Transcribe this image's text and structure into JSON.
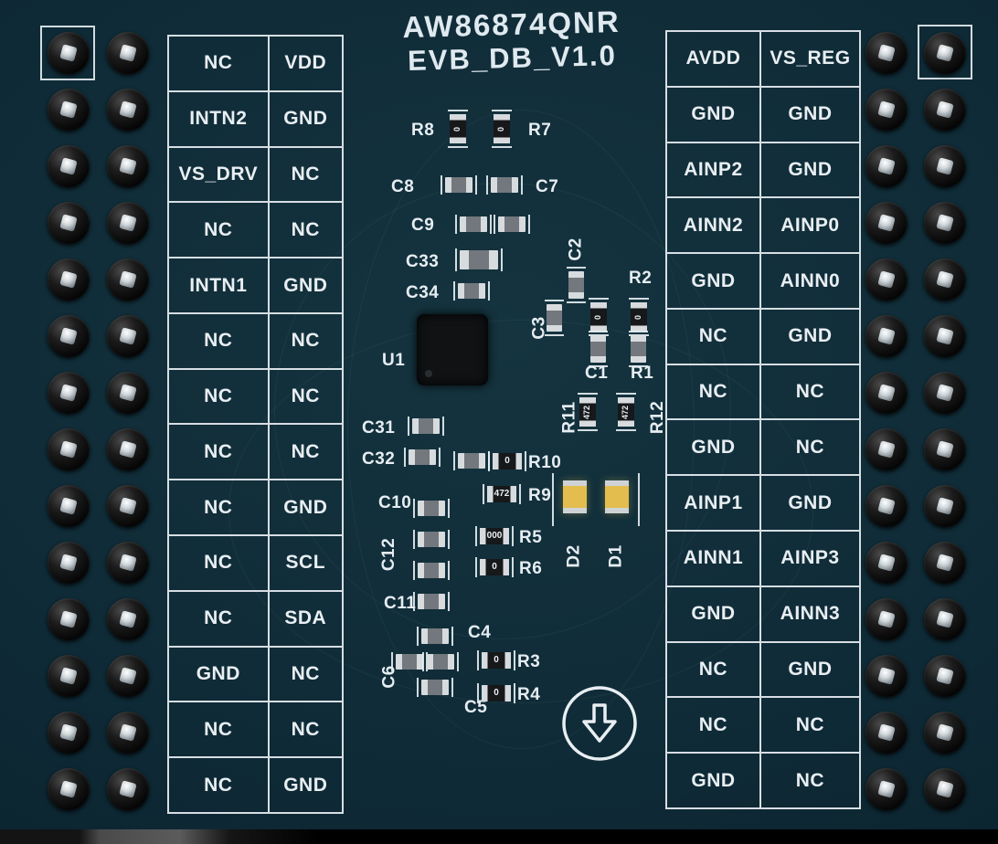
{
  "board": {
    "title_line1": "AW86874QNR",
    "title_line2": "EVB_DB_V1.0"
  },
  "colors": {
    "board": "#0e2a36",
    "silkscreen": "#e8eef2",
    "led": "#e3bd4e"
  },
  "icons": {
    "direction_arrow": "down-arrow-circle-icon"
  },
  "left_table": {
    "rows": [
      {
        "left": "NC",
        "right": "VDD"
      },
      {
        "left": "INTN2",
        "right": "GND"
      },
      {
        "left": "VS_DRV",
        "right": "NC"
      },
      {
        "left": "NC",
        "right": "NC"
      },
      {
        "left": "INTN1",
        "right": "GND"
      },
      {
        "left": "NC",
        "right": "NC"
      },
      {
        "left": "NC",
        "right": "NC"
      },
      {
        "left": "NC",
        "right": "NC"
      },
      {
        "left": "NC",
        "right": "GND"
      },
      {
        "left": "NC",
        "right": "SCL"
      },
      {
        "left": "NC",
        "right": "SDA"
      },
      {
        "left": "GND",
        "right": "NC"
      },
      {
        "left": "NC",
        "right": "NC"
      },
      {
        "left": "NC",
        "right": "GND"
      }
    ]
  },
  "right_table": {
    "rows": [
      {
        "left": "AVDD",
        "right": "VS_REG"
      },
      {
        "left": "GND",
        "right": "GND"
      },
      {
        "left": "AINP2",
        "right": "GND"
      },
      {
        "left": "AINN2",
        "right": "AINP0"
      },
      {
        "left": "GND",
        "right": "AINN0"
      },
      {
        "left": "NC",
        "right": "GND"
      },
      {
        "left": "NC",
        "right": "NC"
      },
      {
        "left": "GND",
        "right": "NC"
      },
      {
        "left": "AINP1",
        "right": "GND"
      },
      {
        "left": "AINN1",
        "right": "AINP3"
      },
      {
        "left": "GND",
        "right": "AINN3"
      },
      {
        "left": "NC",
        "right": "GND"
      },
      {
        "left": "NC",
        "right": "NC"
      },
      {
        "left": "GND",
        "right": "NC"
      }
    ]
  },
  "components": {
    "u1": {
      "label": "U1"
    },
    "r1": {
      "label": "R1"
    },
    "r2": {
      "label": "R2"
    },
    "r3": {
      "label": "R3",
      "marking": "0"
    },
    "r4": {
      "label": "R4",
      "marking": "0"
    },
    "r5": {
      "label": "R5",
      "marking": "000"
    },
    "r6": {
      "label": "R6",
      "marking": "0"
    },
    "r7": {
      "label": "R7",
      "marking": "0"
    },
    "r8": {
      "label": "R8",
      "marking": "0"
    },
    "r9": {
      "label": "R9",
      "marking": "472"
    },
    "r10": {
      "label": "R10",
      "marking": "0"
    },
    "r11": {
      "label": "R11",
      "marking": "472"
    },
    "r12": {
      "label": "R12",
      "marking": "472"
    },
    "c1": {
      "label": "C1"
    },
    "c2": {
      "label": "C2"
    },
    "c3": {
      "label": "C3"
    },
    "c4": {
      "label": "C4"
    },
    "c5": {
      "label": "C5"
    },
    "c6": {
      "label": "C6"
    },
    "c7": {
      "label": "C7"
    },
    "c8": {
      "label": "C8"
    },
    "c9": {
      "label": "C9"
    },
    "c10": {
      "label": "C10"
    },
    "c11": {
      "label": "C11"
    },
    "c12": {
      "label": "C12"
    },
    "c31": {
      "label": "C31"
    },
    "c32": {
      "label": "C32"
    },
    "c33": {
      "label": "C33"
    },
    "c34": {
      "label": "C34"
    },
    "d1": {
      "label": "D1"
    },
    "d2": {
      "label": "D2"
    }
  }
}
